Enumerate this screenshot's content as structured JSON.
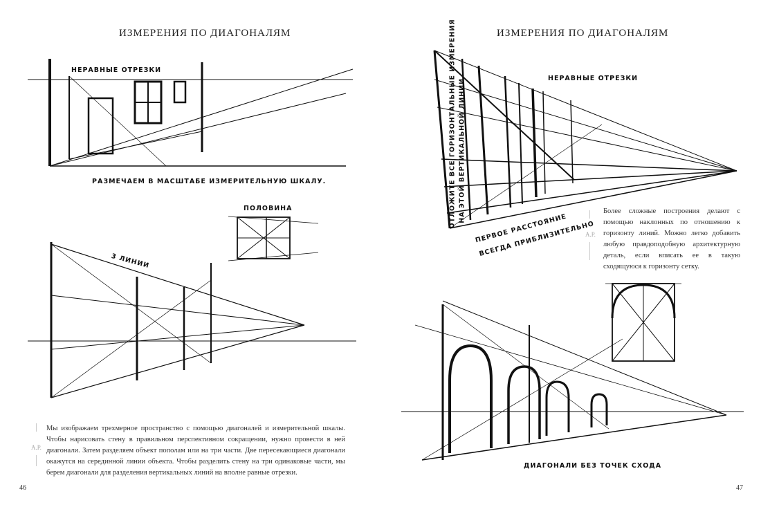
{
  "left_page": {
    "title": "ИЗМЕРЕНИЯ ПО ДИАГОНАЛЯМ",
    "labels": {
      "unequal_segments": "НЕРАВНЫЕ ОТРЕЗКИ",
      "scale_caption": "РАЗМЕЧАЕМ В МАСШТАБЕ ИЗМЕРИТЕЛЬНУЮ ШКАЛУ.",
      "half": "ПОЛОВИНА",
      "three_lines": "3 ЛИНИИ"
    },
    "author_mark": "А.Р.",
    "paragraph": "Мы изображаем трехмерное пространство с помощью диагоналей и измерительной шкалы. Чтобы нарисовать стену в правильном перспективном сокращении, нужно провести в ней диагонали. Затем разделяем объект пополам или на три части. Две пересекающиеся диагонали окажутся на серединной линии объекта. Чтобы разделить стену на три одинаковые части, мы берем диагонали для разделения вертикальных линий на вполне равные отрезки.",
    "page_number": "46"
  },
  "right_page": {
    "title": "ИЗМЕРЕНИЯ ПО ДИАГОНАЛЯМ",
    "labels": {
      "unequal_segments": "НЕРАВНЫЕ ОТРЕЗКИ",
      "vertical_note_1": "ОТЛОЖИТЕ ВСЕ ГОРИЗОНТАЛЬНЫЕ ИЗМЕРЕНИЯ",
      "vertical_note_2": "НА ЭТОЙ ВЕРТИКАЛЬНОЙ ЛИНИИ.",
      "first_distance_1": "ПЕРВОЕ РАССТОЯНИЕ",
      "first_distance_2": "ВСЕГДА ПРИБЛИЗИТЕЛЬНО",
      "diagonals_caption": "ДИАГОНАЛИ БЕЗ ТОЧЕК СХОДА"
    },
    "author_mark": "А.Р.",
    "paragraph": "Более сложные построения делают с помощью наклонных по отношению к горизонту линий. Можно легко добавить любую правдоподобную архитектурную деталь, если вписать ее в такую сходящуюся к горизонту сетку.",
    "page_number": "47"
  }
}
